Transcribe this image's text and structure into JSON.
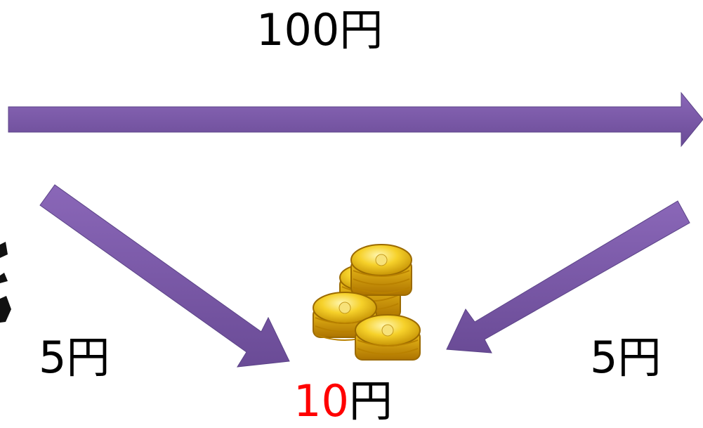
{
  "labels": {
    "top_amount": "100円",
    "left_amount": "5円",
    "right_amount": "5円",
    "bottom_amount_number": "10",
    "bottom_amount_unit": "円"
  },
  "colors": {
    "arrow": "#7b59a6",
    "highlight": "#ff0000",
    "coin": "#f2c21a"
  },
  "icons": {
    "center": "coin-stack-icon"
  }
}
